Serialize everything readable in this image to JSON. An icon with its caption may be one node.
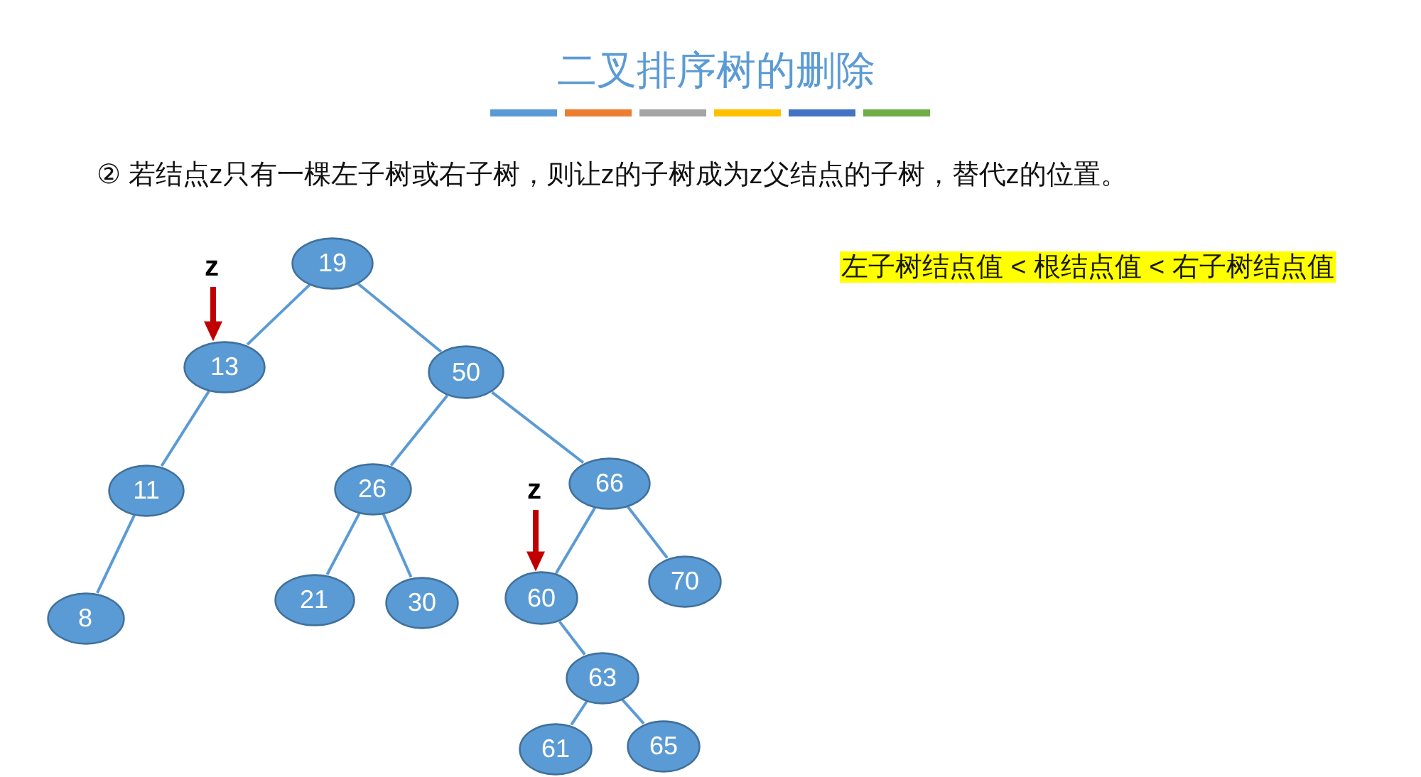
{
  "diagram": {
    "title": "二叉排序树的删除",
    "nodes": [
      {
        "text": [
          "19"
        ]
      },
      {
        "text": [
          "z"
        ]
      },
      {
        "text": [
          "13"
        ]
      },
      {
        "text": [
          "50"
        ]
      },
      {
        "text": [
          "11"
        ]
      },
      {
        "text": [
          "26"
        ]
      },
      {
        "text": [
          "z"
        ]
      },
      {
        "text": [
          "66"
        ]
      },
      {
        "text": [
          "8"
        ]
      },
      {
        "text": [
          "21"
        ]
      },
      {
        "text": [
          "30"
        ]
      },
      {
        "text": [
          "60"
        ]
      },
      {
        "text": [
          "70"
        ]
      },
      {
        "text": [
          "63"
        ]
      },
      {
        "text": [
          "61"
        ]
      },
      {
        "text": [
          "65"
        ]
      }
    ],
    "edges": [
      {
        "from": 0,
        "to": 2,
        "arrow": "none"
      },
      {
        "from": 0,
        "to": 3,
        "arrow": "none"
      },
      {
        "from": 1,
        "to": 2,
        "arrow": "to",
        "style": "thick",
        "color": "#c00000"
      },
      {
        "from": 2,
        "to": 4,
        "arrow": "none"
      },
      {
        "from": 3,
        "to": 5,
        "arrow": "none"
      },
      {
        "from": 3,
        "to": 7,
        "arrow": "none"
      },
      {
        "from": 4,
        "to": 8,
        "arrow": "none"
      },
      {
        "from": 5,
        "to": 9,
        "arrow": "none"
      },
      {
        "from": 5,
        "to": 10,
        "arrow": "none"
      },
      {
        "from": 6,
        "to": 11,
        "arrow": "to",
        "style": "thick",
        "color": "#c00000"
      },
      {
        "from": 7,
        "to": 11,
        "arrow": "none"
      },
      {
        "from": 7,
        "to": 12,
        "arrow": "none"
      },
      {
        "from": 11,
        "to": 13,
        "arrow": "none"
      },
      {
        "from": 13,
        "to": 14,
        "arrow": "none"
      },
      {
        "from": 13,
        "to": 15,
        "arrow": "none"
      }
    ],
    "labels": [
      "② 若结点z只有一棵左子树或右子树，则让z的子树成为z父结点的子树，替代z的位置。",
      "左子树结点值 < 根结点值 < 右子树结点值"
    ]
  }
}
